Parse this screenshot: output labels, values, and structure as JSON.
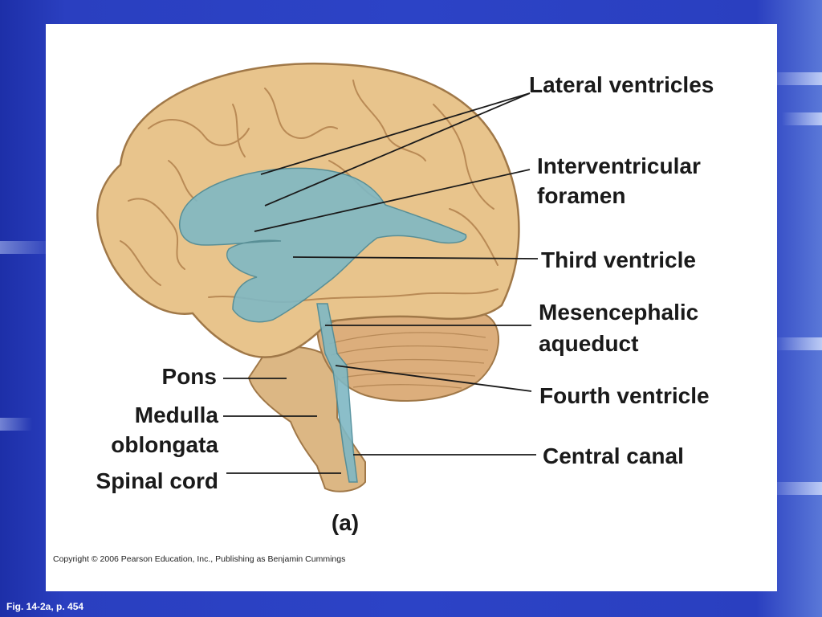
{
  "labels": {
    "lateral_ventricles": "Lateral ventricles",
    "interventricular_1": "Interventricular",
    "interventricular_2": "foramen",
    "third_ventricle": "Third ventricle",
    "mesencephalic_1": "Mesencephalic",
    "mesencephalic_2": "aqueduct",
    "fourth_ventricle": "Fourth ventricle",
    "central_canal": "Central canal",
    "pons": "Pons",
    "medulla_1": "Medulla",
    "medulla_2": "oblongata",
    "spinal_cord": "Spinal cord",
    "panel_letter": "(a)"
  },
  "copyright": "Copyright © 2006 Pearson Education, Inc., Publishing as Benjamin Cummings",
  "caption": "Fig. 14-2a, p. 454",
  "colors": {
    "background": "#2c43c6",
    "brain": "#e8c48c",
    "ventricles": "#7fb8c4",
    "cerebellum": "#d9ad7a"
  }
}
